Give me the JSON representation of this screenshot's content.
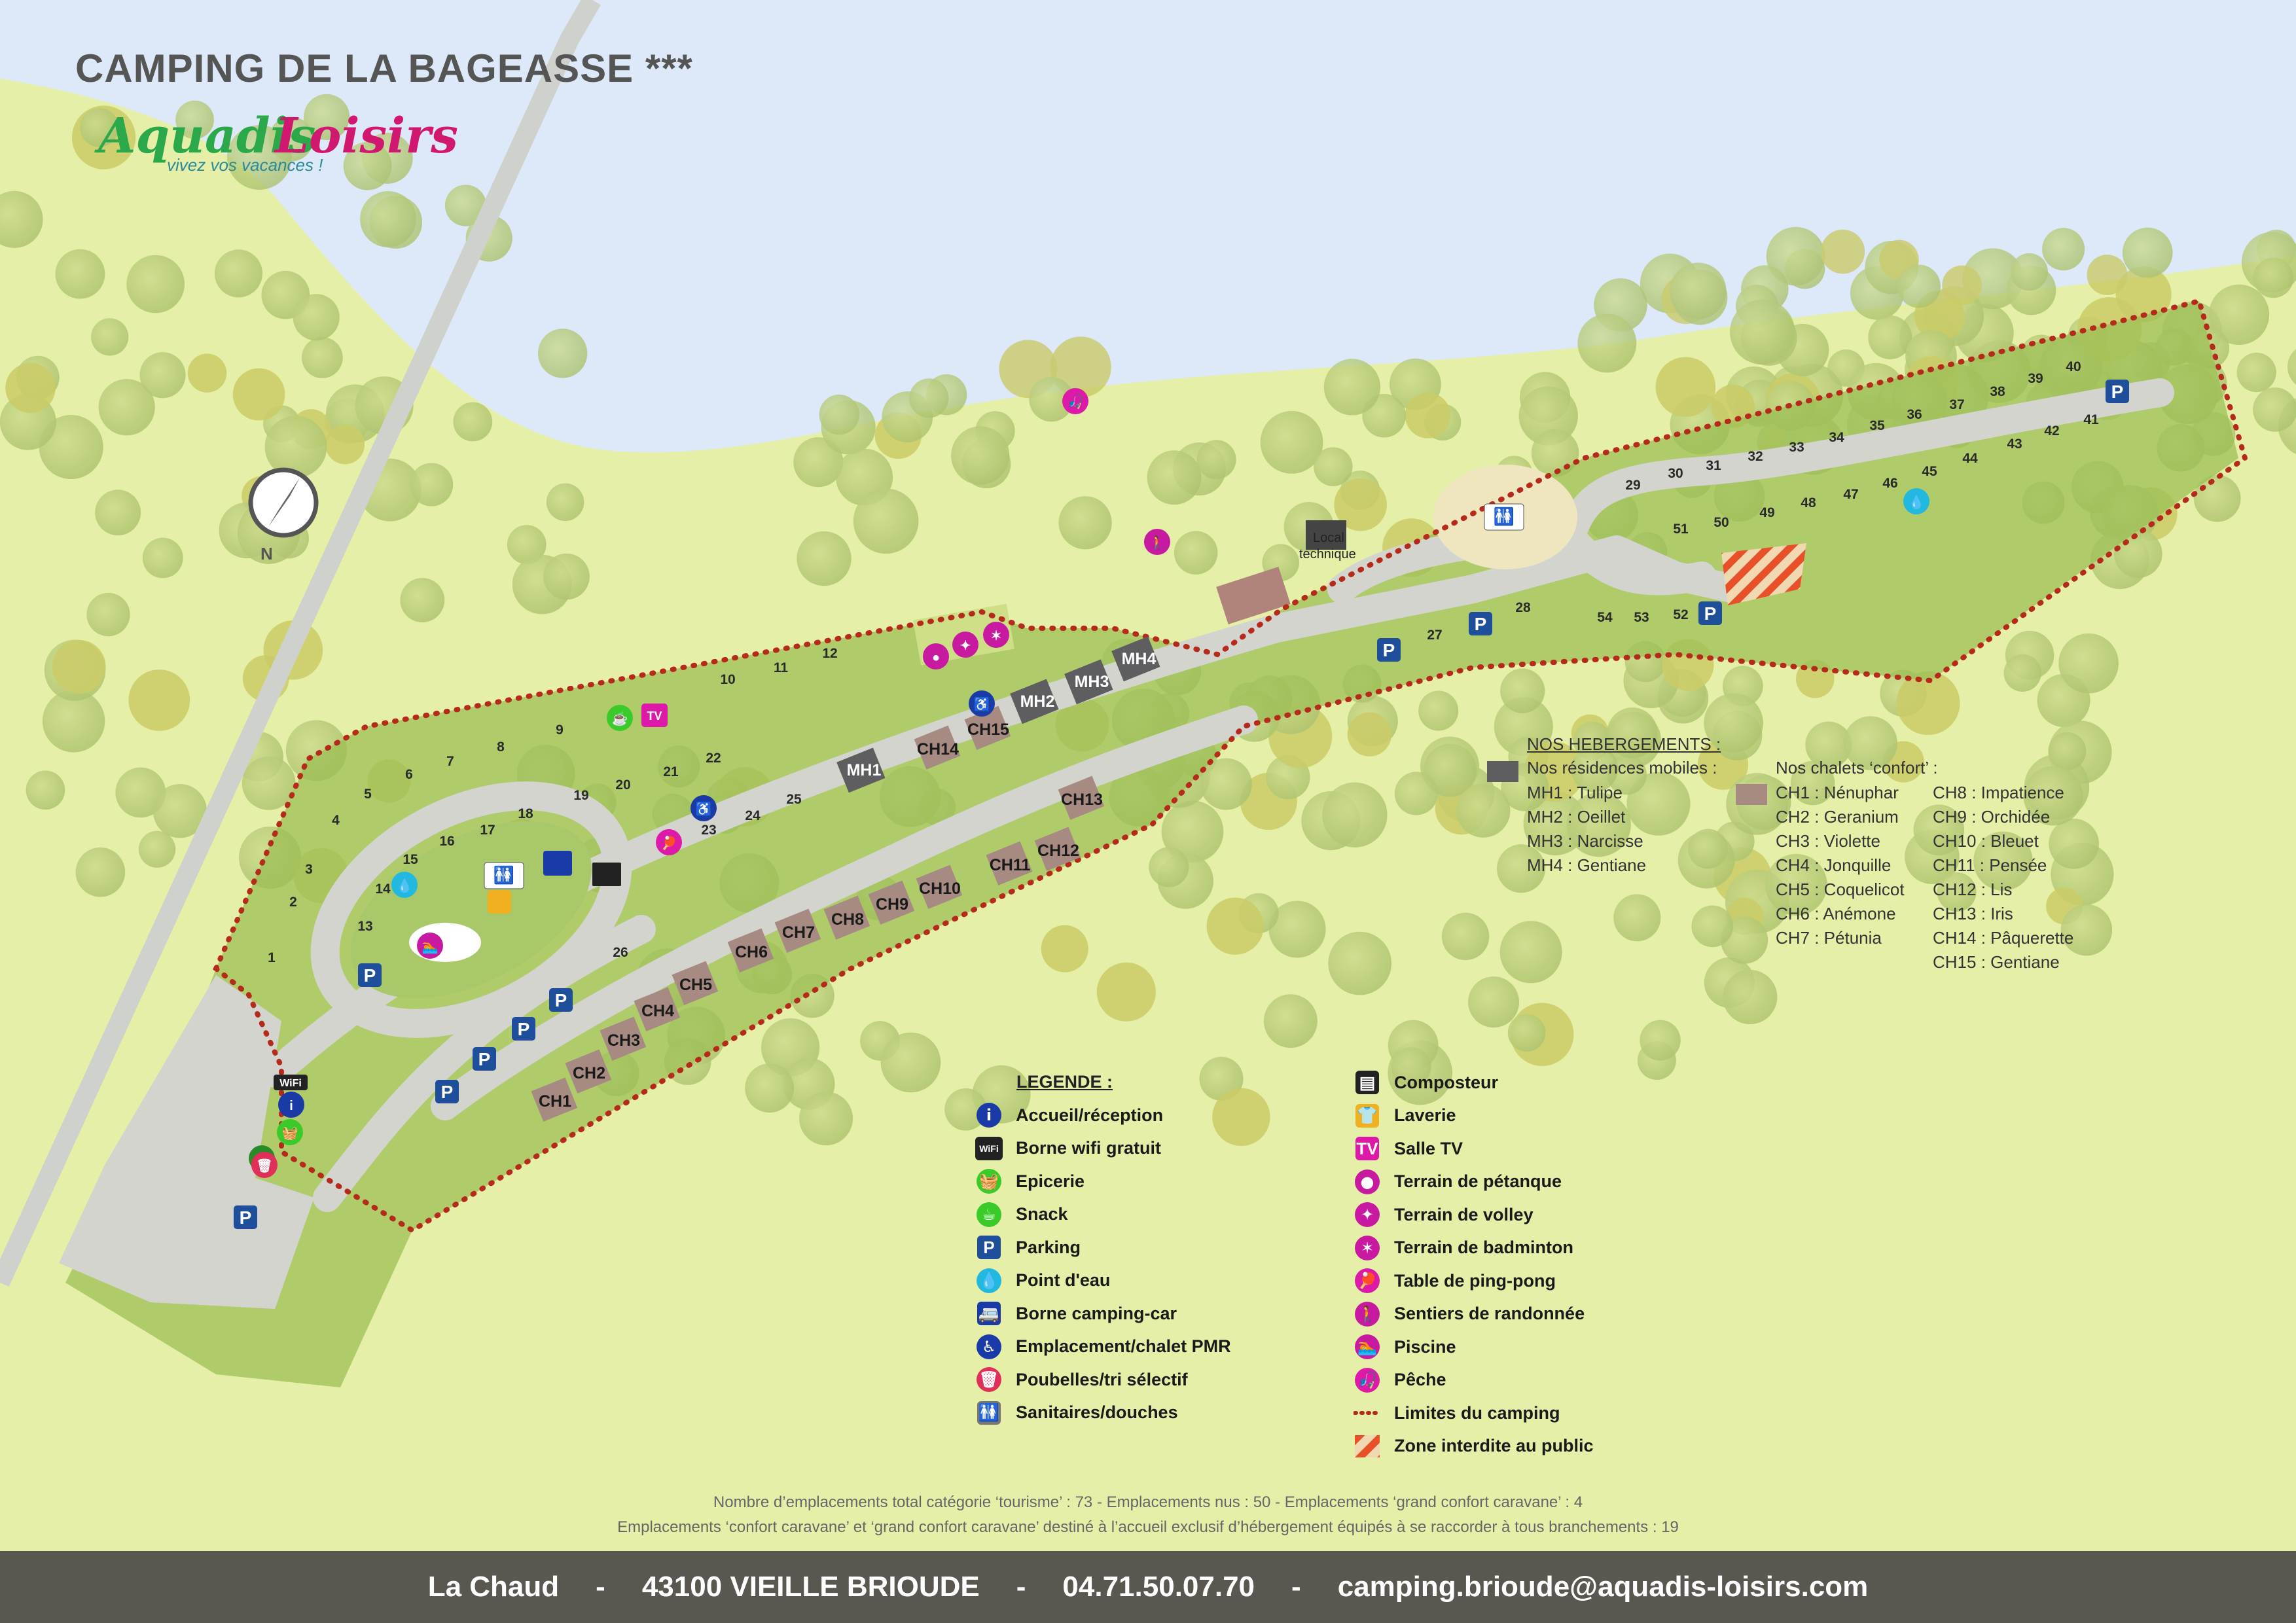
{
  "title": "CAMPING DE LA BAGEASSE ***",
  "logo": {
    "brand_word1": "Aquadis",
    "brand_word2": "Loisirs",
    "tagline": "vivez vos vacances !"
  },
  "compass_label": "N",
  "colors": {
    "water": "#dde8f8",
    "grass": "#e6efa8",
    "camp": "#9cbf55",
    "road": "#d4d4cf",
    "boundary": "#b52a1a",
    "mobile_home": "#5e5e60",
    "chalet": "#a78a82",
    "parking": "#1f4e9a",
    "footer": "#5a5750"
  },
  "map_labels": {
    "local_technique_1": "Local",
    "local_technique_2": "technique",
    "pitches": [
      "1",
      "2",
      "3",
      "4",
      "5",
      "6",
      "7",
      "8",
      "9",
      "10",
      "11",
      "12",
      "13",
      "14",
      "15",
      "16",
      "17",
      "18",
      "19",
      "20",
      "21",
      "22",
      "23",
      "24",
      "25",
      "26",
      "27",
      "28",
      "29",
      "30",
      "31",
      "32",
      "33",
      "34",
      "35",
      "36",
      "37",
      "38",
      "39",
      "40",
      "41",
      "42",
      "43",
      "44",
      "45",
      "46",
      "47",
      "48",
      "49",
      "50",
      "51",
      "52",
      "53",
      "54"
    ],
    "mobile_homes": [
      "MH1",
      "MH2",
      "MH3",
      "MH4"
    ],
    "chalets": [
      "CH1",
      "CH2",
      "CH3",
      "CH4",
      "CH5",
      "CH6",
      "CH7",
      "CH8",
      "CH9",
      "CH10",
      "CH11",
      "CH12",
      "CH13",
      "CH14",
      "CH15"
    ],
    "parking": "P",
    "sanitary": "🚻",
    "info": "i",
    "wifi": "WiFi",
    "tv": "TV"
  },
  "hebergements": {
    "title": "NOS HEBERGEMENTS :",
    "mobile_heading": "Nos résidences mobiles :",
    "mobile": [
      "MH1 : Tulipe",
      "MH2 : Oeillet",
      "MH3 : Narcisse",
      "MH4 : Gentiane"
    ],
    "chalet_heading": "Nos chalets ‘confort’ :",
    "chalets_col1": [
      "CH1 : Nénuphar",
      "CH2 : Geranium",
      "CH3 : Violette",
      "CH4 : Jonquille",
      "CH5 : Coquelicot",
      "CH6 : Anémone",
      "CH7 : Pétunia"
    ],
    "chalets_col2": [
      "CH8 : Impatience",
      "CH9 : Orchidée",
      "CH10 : Bleuet",
      "CH11 : Pensée",
      "CH12 : Lis",
      "CH13 : Iris",
      "CH14 : Pâquerette",
      "CH15 : Gentiane"
    ]
  },
  "legend": {
    "title": "LEGENDE :",
    "col1": [
      {
        "icon": "info-icon",
        "label": "Accueil/réception"
      },
      {
        "icon": "wifi-icon",
        "label": "Borne wifi gratuit"
      },
      {
        "icon": "basket-icon",
        "label": "Epicerie"
      },
      {
        "icon": "cup-icon",
        "label": "Snack"
      },
      {
        "icon": "parking-icon",
        "label": "Parking"
      },
      {
        "icon": "tap-icon",
        "label": "Point d'eau"
      },
      {
        "icon": "camper-icon",
        "label": "Borne camping-car"
      },
      {
        "icon": "wheelchair-icon",
        "label": "Emplacement/chalet PMR"
      },
      {
        "icon": "bin-icon",
        "label": "Poubelles/tri sélectif"
      },
      {
        "icon": "toilet-icon",
        "label": "Sanitaires/douches"
      }
    ],
    "col2": [
      {
        "icon": "compost-icon",
        "label": "Composteur"
      },
      {
        "icon": "laundry-icon",
        "label": "Laverie"
      },
      {
        "icon": "tv-icon",
        "label": "Salle TV"
      },
      {
        "icon": "petanque-icon",
        "label": "Terrain de pétanque"
      },
      {
        "icon": "volley-icon",
        "label": "Terrain de volley"
      },
      {
        "icon": "badminton-icon",
        "label": "Terrain de badminton"
      },
      {
        "icon": "pingpong-icon",
        "label": "Table de ping-pong"
      },
      {
        "icon": "hiking-icon",
        "label": "Sentiers de randonnée"
      },
      {
        "icon": "pool-icon",
        "label": "Piscine"
      },
      {
        "icon": "fishing-icon",
        "label": "Pêche"
      },
      {
        "icon": "boundary-icon",
        "label": "Limites du camping"
      },
      {
        "icon": "hatch-icon",
        "label": "Zone interdite au public"
      }
    ]
  },
  "glyphs": {
    "info": "i",
    "wifi": "WiFi",
    "basket": "🧺",
    "cup": "☕",
    "parking": "P",
    "tap": "💧",
    "camper": "🚐",
    "wheelchair": "♿",
    "bin": "🗑",
    "recycle": "♻",
    "toilet": "🚻",
    "compost": "▤",
    "laundry": "👕",
    "tv": "TV",
    "petanque": "●",
    "volley": "✦",
    "badminton": "✶",
    "pingpong": "🏓",
    "hiking": "🚶",
    "pool": "🏊",
    "fishing": "🎣"
  },
  "footnote1": "Nombre d’emplacements total catégorie ‘tourisme’ : 73 - Emplacements nus : 50 - Emplacements ‘grand confort caravane’ : 4",
  "footnote2": "Emplacements ‘confort caravane’ et ‘grand confort caravane’ destiné à l’accueil exclusif d’hébergement équipés à se raccorder à tous branchements : 19",
  "footer": {
    "place": "La Chaud",
    "sep": "-",
    "city": "43100 VIEILLE BRIOUDE",
    "phone": "04.71.50.07.70",
    "email": "camping.brioude@aquadis-loisirs.com"
  }
}
